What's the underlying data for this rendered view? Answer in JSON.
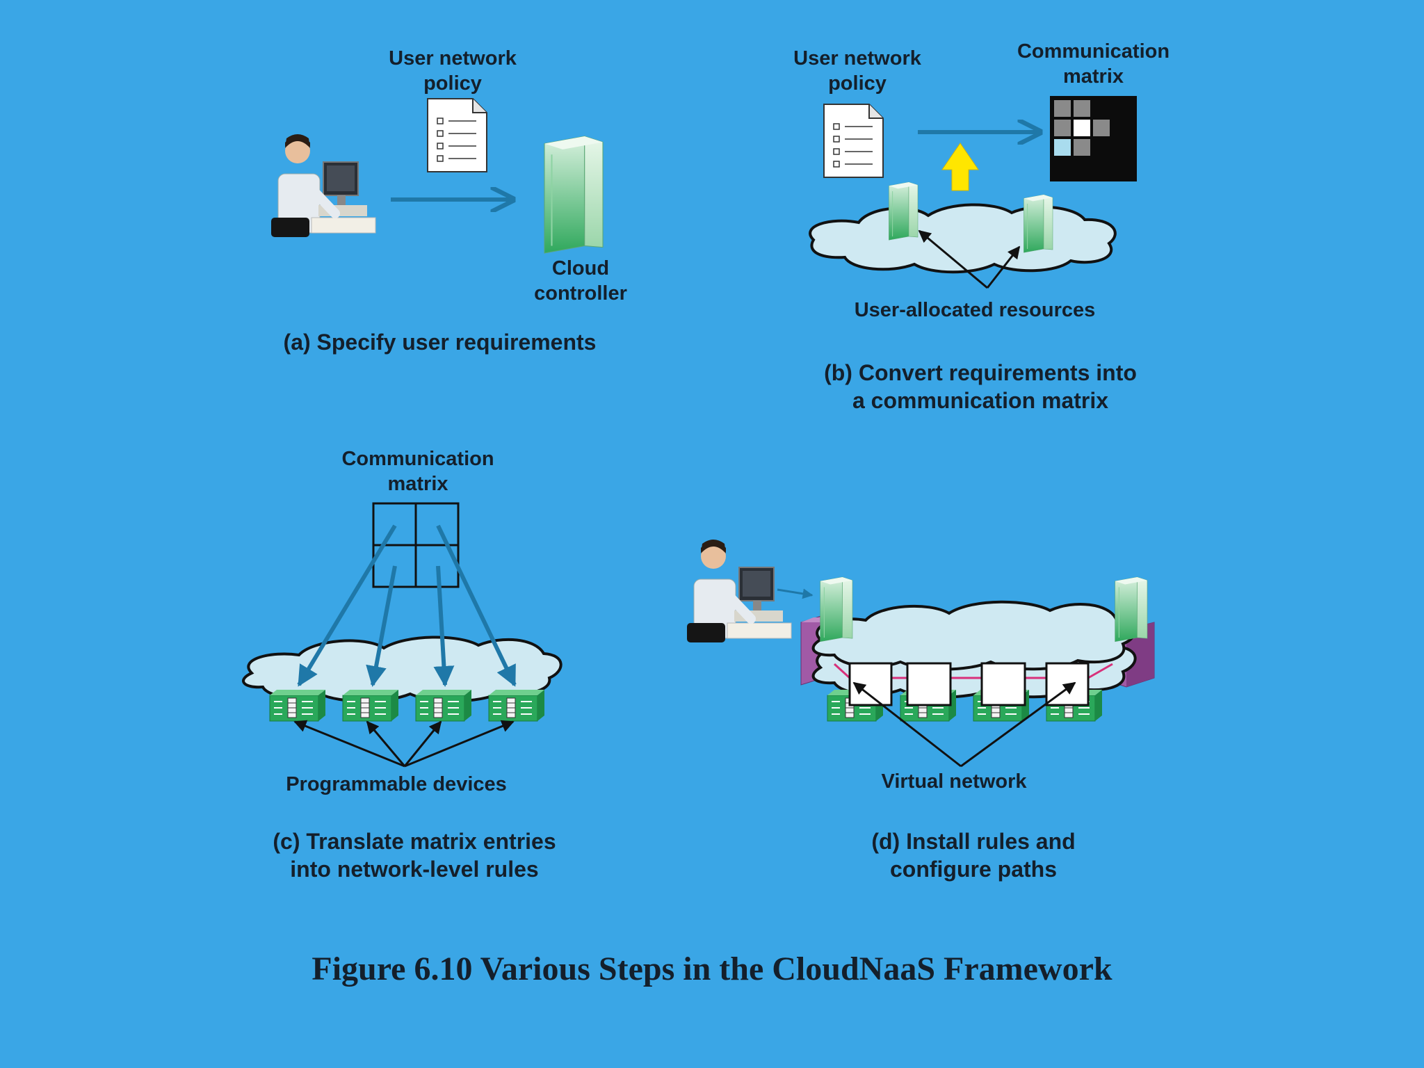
{
  "panel_a": {
    "policy_label": "User network\npolicy",
    "controller_label": "Cloud\ncontroller",
    "caption": "(a) Specify user requirements"
  },
  "panel_b": {
    "policy_label": "User network\npolicy",
    "matrix_label": "Communication\nmatrix",
    "resources_label": "User-allocated resources",
    "caption": "(b) Convert requirements into\na communication matrix"
  },
  "panel_c": {
    "matrix_label": "Communication\nmatrix",
    "devices_label": "Programmable devices",
    "caption": "(c) Translate matrix entries\ninto network-level rules"
  },
  "panel_d": {
    "network_label": "Virtual network",
    "caption": "(d) Install rules and\nconfigure paths"
  },
  "figure_title": "Figure 6.10  Various Steps in the CloudNaaS Framework",
  "colors": {
    "background": "#3aa6e6",
    "arrow_blue": "#1f78a8",
    "cloud_fill": "#cfe9f2",
    "server_green": "#3fb26a",
    "device_green": "#2aa85a",
    "highlight_yellow": "#ffe600",
    "link_magenta": "#d8307a",
    "router_purple": "#8a4a8a"
  },
  "icons": [
    "user-at-workstation-icon",
    "policy-document-icon",
    "server-icon",
    "cloud-icon",
    "matrix-icon",
    "switch-icon"
  ]
}
